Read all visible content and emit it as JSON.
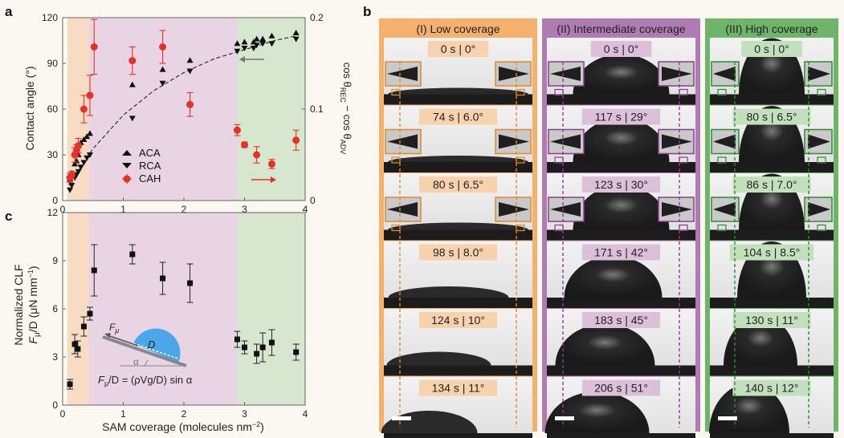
{
  "panels": {
    "a": "a",
    "b": "b",
    "c": "c"
  },
  "colors": {
    "orange_band": "#f7dcc2",
    "purple_band": "#e9d4e3",
    "green_band": "#d6e6cf",
    "cah_red": "#e8302a",
    "orange_frame": "#f5b06b",
    "purple_frame": "#b07bb2",
    "green_frame": "#6eb56a",
    "orange_label": "#f7d2ad",
    "purple_label": "#dcbfd8",
    "green_label": "#c3e0bc"
  },
  "chart_data": [
    {
      "type": "scatter",
      "panel": "a",
      "xlabel": "",
      "ylabel": "Contact angle (°)",
      "y2label": "cos θ_REC − cos θ_ADV",
      "y2label_parts": {
        "cos1": "cos θ",
        "rec": "REC",
        "mid": " − cos θ",
        "adv": "ADV"
      },
      "xlim": [
        0,
        4
      ],
      "ylim": [
        0,
        120
      ],
      "y2lim": [
        0,
        0.2
      ],
      "xticks": [
        "0",
        "1",
        "2",
        "3",
        "4"
      ],
      "yticks": [
        "0",
        "30",
        "60",
        "90",
        "120"
      ],
      "y2ticks": [
        "0",
        "0.1",
        "0.2"
      ],
      "bands": [
        [
          0.08,
          0.43
        ],
        [
          0.43,
          2.88
        ],
        [
          2.88,
          4.0
        ]
      ],
      "legend": [
        "ACA",
        "RCA",
        "CAH"
      ],
      "series": [
        {
          "name": "ACA",
          "marker": "triangle-up",
          "x": [
            0.12,
            0.15,
            0.2,
            0.23,
            0.26,
            0.3,
            0.35,
            0.4,
            0.45,
            1.15,
            1.65,
            2.1,
            2.88,
            3.0,
            3.15,
            3.2,
            3.3,
            3.45,
            3.85
          ],
          "y": [
            14,
            18,
            24,
            26,
            30,
            38,
            40,
            42,
            44,
            76,
            86,
            92,
            103,
            104,
            104,
            106,
            106,
            108,
            110
          ]
        },
        {
          "name": "RCA",
          "marker": "triangle-down",
          "x": [
            0.12,
            0.15,
            0.2,
            0.23,
            0.26,
            0.3,
            0.35,
            0.4,
            0.45,
            1.15,
            1.65,
            2.1,
            2.88,
            3.0,
            3.15,
            3.2,
            3.3,
            3.45,
            3.85
          ],
          "y": [
            7,
            10,
            15,
            17,
            19,
            22,
            25,
            28,
            30,
            54,
            77,
            85,
            98,
            100,
            100,
            102,
            103,
            103,
            106
          ]
        },
        {
          "name": "CAH",
          "marker": "circle",
          "axis": "right",
          "x": [
            0.12,
            0.15,
            0.2,
            0.23,
            0.26,
            0.35,
            0.45,
            0.52,
            1.15,
            1.65,
            2.1,
            2.88,
            3.0,
            3.2,
            3.45,
            3.85
          ],
          "y": [
            0.025,
            0.028,
            0.05,
            0.055,
            0.06,
            0.1,
            0.115,
            0.168,
            0.153,
            0.168,
            0.105,
            0.077,
            0.061,
            0.05,
            0.04,
            0.066
          ],
          "err": [
            0.005,
            0.004,
            0.008,
            0.006,
            0.008,
            0.015,
            0.022,
            0.03,
            0.015,
            0.018,
            0.013,
            0.006,
            0.003,
            0.009,
            0.005,
            0.011
          ]
        }
      ],
      "fit_curve": {
        "x": [
          0.1,
          0.5,
          1.0,
          1.5,
          2.0,
          2.5,
          3.0,
          3.5,
          3.85
        ],
        "y": [
          10,
          34,
          56,
          72,
          84,
          93,
          99,
          105,
          108
        ]
      }
    },
    {
      "type": "scatter",
      "panel": "c",
      "xlabel": "SAM coverage (molecules nm⁻²)",
      "ylabel": "Normalized CLF",
      "ylabel2": "F_μ/D (μN mm⁻¹)",
      "ylabel2_parts": {
        "f": "F",
        "mu": "μ",
        "rest": "/D (μN mm",
        "exp": "−1",
        "close": ")"
      },
      "xlabel_parts": {
        "main": "SAM coverage (molecules nm",
        "exp": "−2",
        "close": ")"
      },
      "xlim": [
        0,
        4
      ],
      "ylim": [
        0,
        12
      ],
      "xticks": [
        "0",
        "1",
        "2",
        "3",
        "4"
      ],
      "yticks": [
        "0",
        "3",
        "6",
        "9",
        "12"
      ],
      "bands": [
        [
          0.08,
          0.43
        ],
        [
          0.43,
          2.88
        ],
        [
          2.88,
          4.0
        ]
      ],
      "series": [
        {
          "name": "",
          "marker": "square",
          "x": [
            0.12,
            0.2,
            0.25,
            0.35,
            0.45,
            0.52,
            1.15,
            1.65,
            2.1,
            2.88,
            3.0,
            3.2,
            3.3,
            3.45,
            3.85
          ],
          "y": [
            1.3,
            3.8,
            3.5,
            4.9,
            5.7,
            8.4,
            9.4,
            7.9,
            7.6,
            4.1,
            3.6,
            3.2,
            3.6,
            3.9,
            3.3
          ],
          "err": [
            0.3,
            0.6,
            0.5,
            0.6,
            0.4,
            1.6,
            0.6,
            1.0,
            1.2,
            0.5,
            0.4,
            0.6,
            0.9,
            0.8,
            0.5
          ]
        }
      ],
      "inset": {
        "F": "F",
        "mu": "μ",
        "D": "D",
        "alpha": "α",
        "equation_pre": "F",
        "equation_post": "/D = (ρVg/D) sin α"
      }
    }
  ],
  "panel_b": {
    "columns": [
      {
        "title": "(I) Low coverage",
        "labels": [
          "0 s | 0°",
          "74 s | 6.0°",
          "80 s | 6.5°",
          "98 s | 8.0°",
          "124 s | 10°",
          "134 s | 11°"
        ]
      },
      {
        "title": "(II) Intermediate coverage",
        "labels": [
          "0 s | 0°",
          "117 s | 29°",
          "123 s | 30°",
          "171 s | 42°",
          "183 s | 45°",
          "206 s | 51°"
        ]
      },
      {
        "title": "(III) High coverage",
        "labels": [
          "0 s | 0°",
          "80 s | 6.5°",
          "86 s | 7.0°",
          "104 s | 8.5°",
          "130 s | 11°",
          "140 s | 12°"
        ]
      }
    ]
  }
}
